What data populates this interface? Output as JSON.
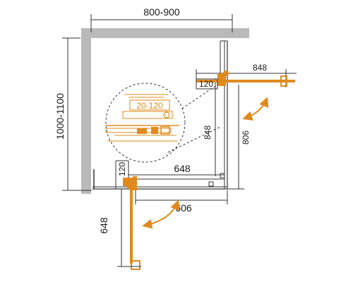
{
  "colors": {
    "wall": "#b9b9b9",
    "line": "#333333",
    "accent": "#e08a1e"
  },
  "dimensions": {
    "top_width": "800-900",
    "left_height": "1000-1100",
    "right_door_width": "848",
    "right_side": "848",
    "right_outer": "806",
    "right_offset": "120",
    "front_panel": "648",
    "front_offset": "120",
    "front_door": "606",
    "left_door": "648",
    "detail_range": "20-120"
  }
}
